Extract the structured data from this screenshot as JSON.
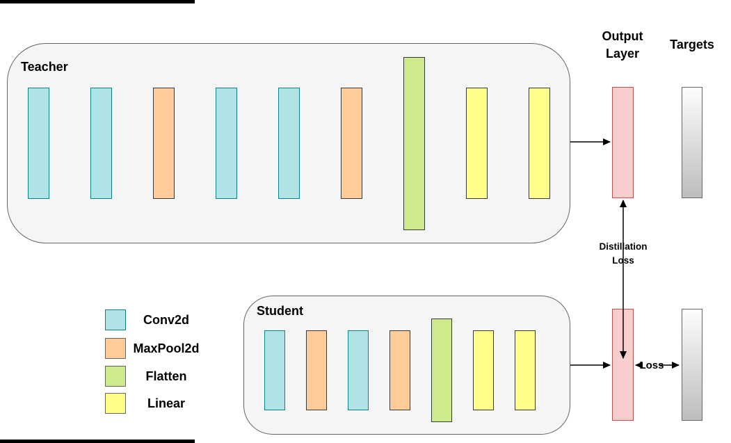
{
  "diagram_title": "Knowledge distillation teacher-student diagram",
  "teacher": {
    "label": "Teacher",
    "layers": [
      "conv",
      "conv",
      "maxpool",
      "conv",
      "conv",
      "maxpool",
      "flatten",
      "linear",
      "linear"
    ]
  },
  "student": {
    "label": "Student",
    "layers": [
      "conv",
      "maxpool",
      "conv",
      "maxpool",
      "flatten",
      "linear",
      "linear"
    ]
  },
  "right_panel": {
    "output_layer_label": "Output Layer",
    "targets_label": "Targets"
  },
  "losses": {
    "distillation_label": "Distillation Loss",
    "loss_label": "Loss"
  },
  "legend": {
    "items": [
      {
        "type": "conv",
        "label": "Conv2d",
        "color": "#B0E3E6"
      },
      {
        "type": "maxpool",
        "label": "MaxPool2d",
        "color": "#FFCC99"
      },
      {
        "type": "flatten",
        "label": "Flatten",
        "color": "#CDEB8B"
      },
      {
        "type": "linear",
        "label": "Linear",
        "color": "#FFFF88"
      }
    ]
  },
  "colors": {
    "group_box_fill": "#F5F5F5",
    "group_box_stroke": "#666666",
    "conv_fill": "#B0E3E6",
    "conv_stroke": "#0E8088",
    "maxpool_fill": "#FFCC99",
    "flatten_fill": "#CDEB8B",
    "linear_fill": "#FFFF88",
    "dark_stroke": "#36393D",
    "output_fill": "#F8CECC",
    "output_stroke": "#B85450",
    "target_gradient_top": "#FDFDFD",
    "target_gradient_bottom": "#BDBDBD",
    "arrow": "#000000"
  }
}
